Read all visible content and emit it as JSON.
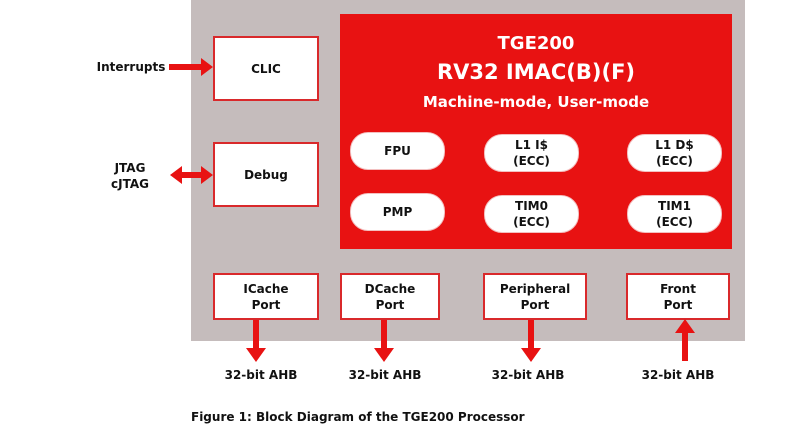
{
  "diagram": {
    "core": {
      "title": "TGE200",
      "isa": "RV32 IMAC(B)(F)",
      "modes": "Machine-mode, User-mode",
      "units": [
        {
          "line1": "FPU",
          "line2": ""
        },
        {
          "line1": "L1 I$",
          "line2": "(ECC)"
        },
        {
          "line1": "L1 D$",
          "line2": "(ECC)"
        },
        {
          "line1": "PMP",
          "line2": ""
        },
        {
          "line1": "TIM0",
          "line2": "(ECC)"
        },
        {
          "line1": "TIM1",
          "line2": "(ECC)"
        }
      ]
    },
    "side_blocks": [
      {
        "label": "CLIC",
        "external": "Interrupts",
        "arrow": "in"
      },
      {
        "label": "Debug",
        "external_line1": "JTAG",
        "external_line2": "cJTAG",
        "arrow": "bidirectional"
      }
    ],
    "ports": [
      {
        "line1": "ICache",
        "line2": "Port",
        "bus": "32-bit AHB",
        "arrow": "out"
      },
      {
        "line1": "DCache",
        "line2": "Port",
        "bus": "32-bit AHB",
        "arrow": "out"
      },
      {
        "line1": "Peripheral",
        "line2": "Port",
        "bus": "32-bit AHB",
        "arrow": "out"
      },
      {
        "line1": "Front",
        "line2": "Port",
        "bus": "32-bit AHB",
        "arrow": "in"
      }
    ],
    "caption": "Figure 1: Block Diagram of the TGE200 Processor",
    "colors": {
      "accent": "#e81212",
      "panel": "#c5bcbc",
      "border": "#d9292b"
    }
  }
}
